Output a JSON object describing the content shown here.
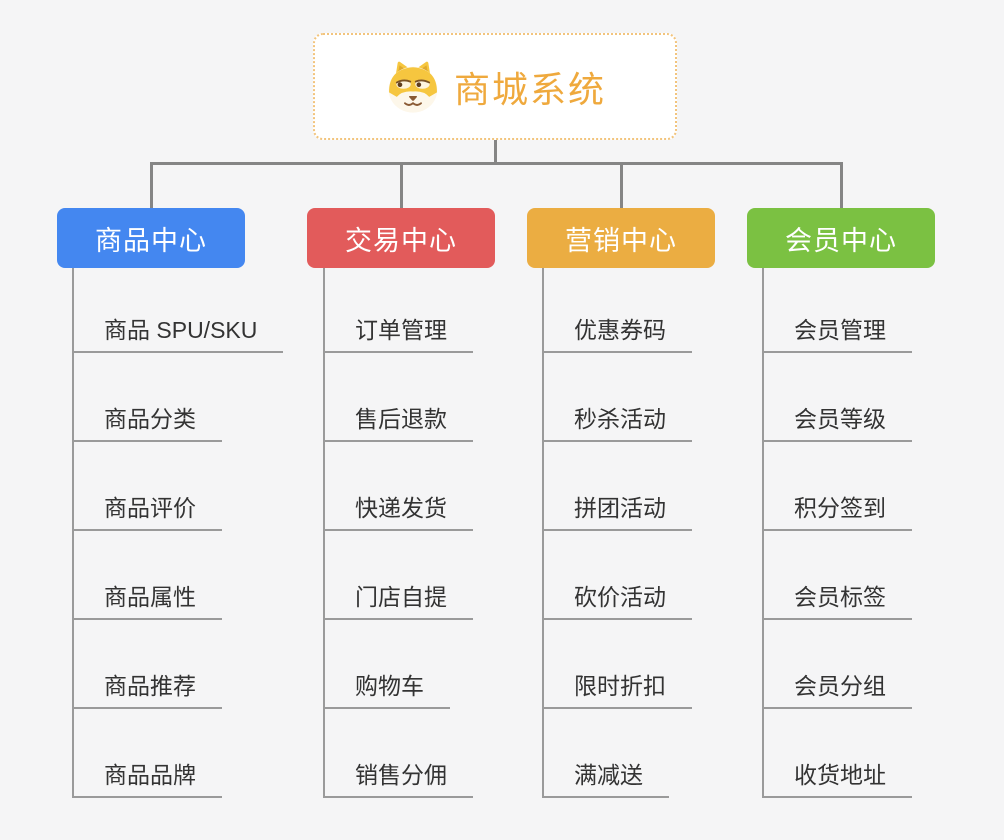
{
  "root": {
    "title": "商城系统",
    "icon": "dog-icon",
    "title_color": "#efa93d",
    "border_color": "#f2c47d"
  },
  "connector_color": "#858585",
  "branches": [
    {
      "label": "商品中心",
      "color": "#4487f0",
      "children": [
        "商品 SPU/SKU",
        "商品分类",
        "商品评价",
        "商品属性",
        "商品推荐",
        "商品品牌"
      ]
    },
    {
      "label": "交易中心",
      "color": "#e25b5b",
      "children": [
        "订单管理",
        "售后退款",
        "快递发货",
        "门店自提",
        "购物车",
        "销售分佣"
      ]
    },
    {
      "label": "营销中心",
      "color": "#ebad42",
      "children": [
        "优惠券码",
        "秒杀活动",
        "拼团活动",
        "砍价活动",
        "限时折扣",
        "满减送"
      ]
    },
    {
      "label": "会员中心",
      "color": "#7bc142",
      "children": [
        "会员管理",
        "会员等级",
        "积分签到",
        "会员标签",
        "会员分组",
        "收货地址"
      ]
    }
  ]
}
